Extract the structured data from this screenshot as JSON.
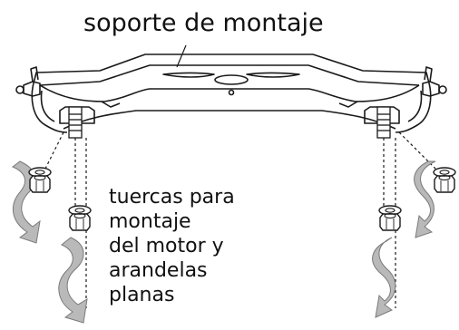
{
  "labels": {
    "bracket": "soporte de montaje",
    "nuts": [
      "tuercas para",
      "montaje",
      "del motor y",
      "arandelas",
      "planas"
    ]
  },
  "colors": {
    "ink": "#1a1a1a",
    "arrow_fill": "#b9b9b9",
    "arrow_stroke": "#7a7a7a"
  }
}
